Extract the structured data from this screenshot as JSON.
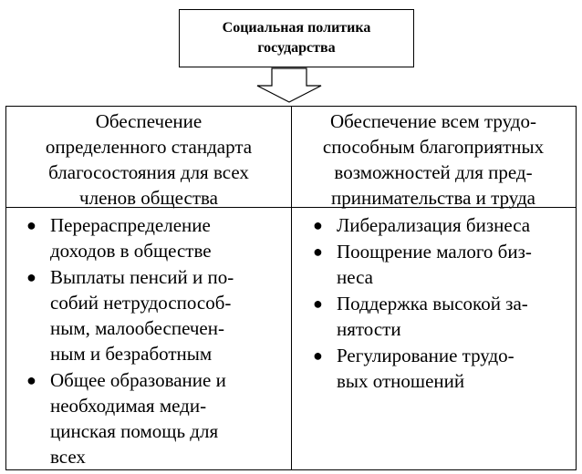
{
  "top_box": {
    "line1": "Социальная политика",
    "line2": "государства"
  },
  "columns": [
    {
      "header": [
        "Обеспечение",
        "определенного стандарта",
        "благосостояния для всех",
        "членов общества"
      ],
      "items": [
        [
          "Перераспределение",
          "доходов в обществе"
        ],
        [
          "Выплаты пенсий и по-",
          "собий нетрудоспособ-",
          "ным, малообеспечен-",
          "ным и безработным"
        ],
        [
          "Общее образование и",
          "необходимая меди-",
          "цинская помощь для",
          "всех"
        ]
      ]
    },
    {
      "header": [
        "Обеспечение всем трудо-",
        "способным благоприятных",
        "возможностей для пред-",
        "принимательства и труда"
      ],
      "items": [
        [
          "Либерализация бизнеса"
        ],
        [
          "Поощрение малого биз-",
          "неса"
        ],
        [
          "Поддержка высокой за-",
          "нятости"
        ],
        [
          "Регулирование трудо-",
          "вых отношений"
        ]
      ]
    }
  ]
}
